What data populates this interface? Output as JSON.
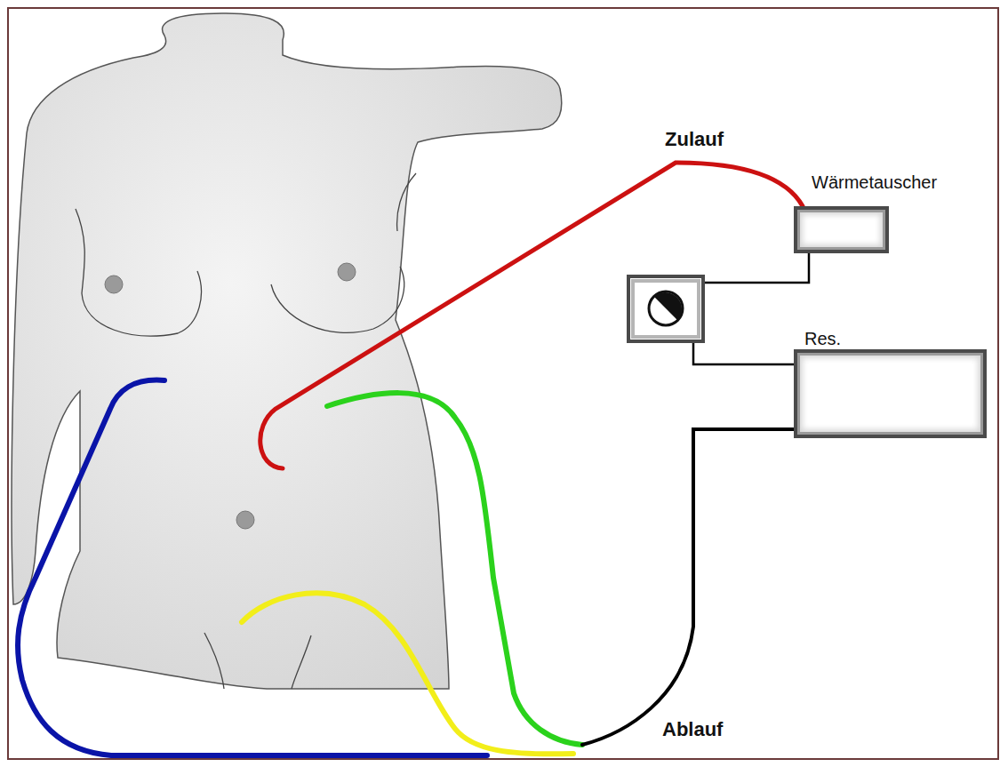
{
  "diagram": {
    "nodes": [
      {
        "text": [
          "Wärmetauscher"
        ]
      },
      {
        "text": [
          "Res."
        ]
      }
    ],
    "edges": [
      {
        "from": 0,
        "to": 1,
        "arrow": "none"
      }
    ],
    "labels": [
      "Zulauf",
      "Ablauf"
    ]
  }
}
